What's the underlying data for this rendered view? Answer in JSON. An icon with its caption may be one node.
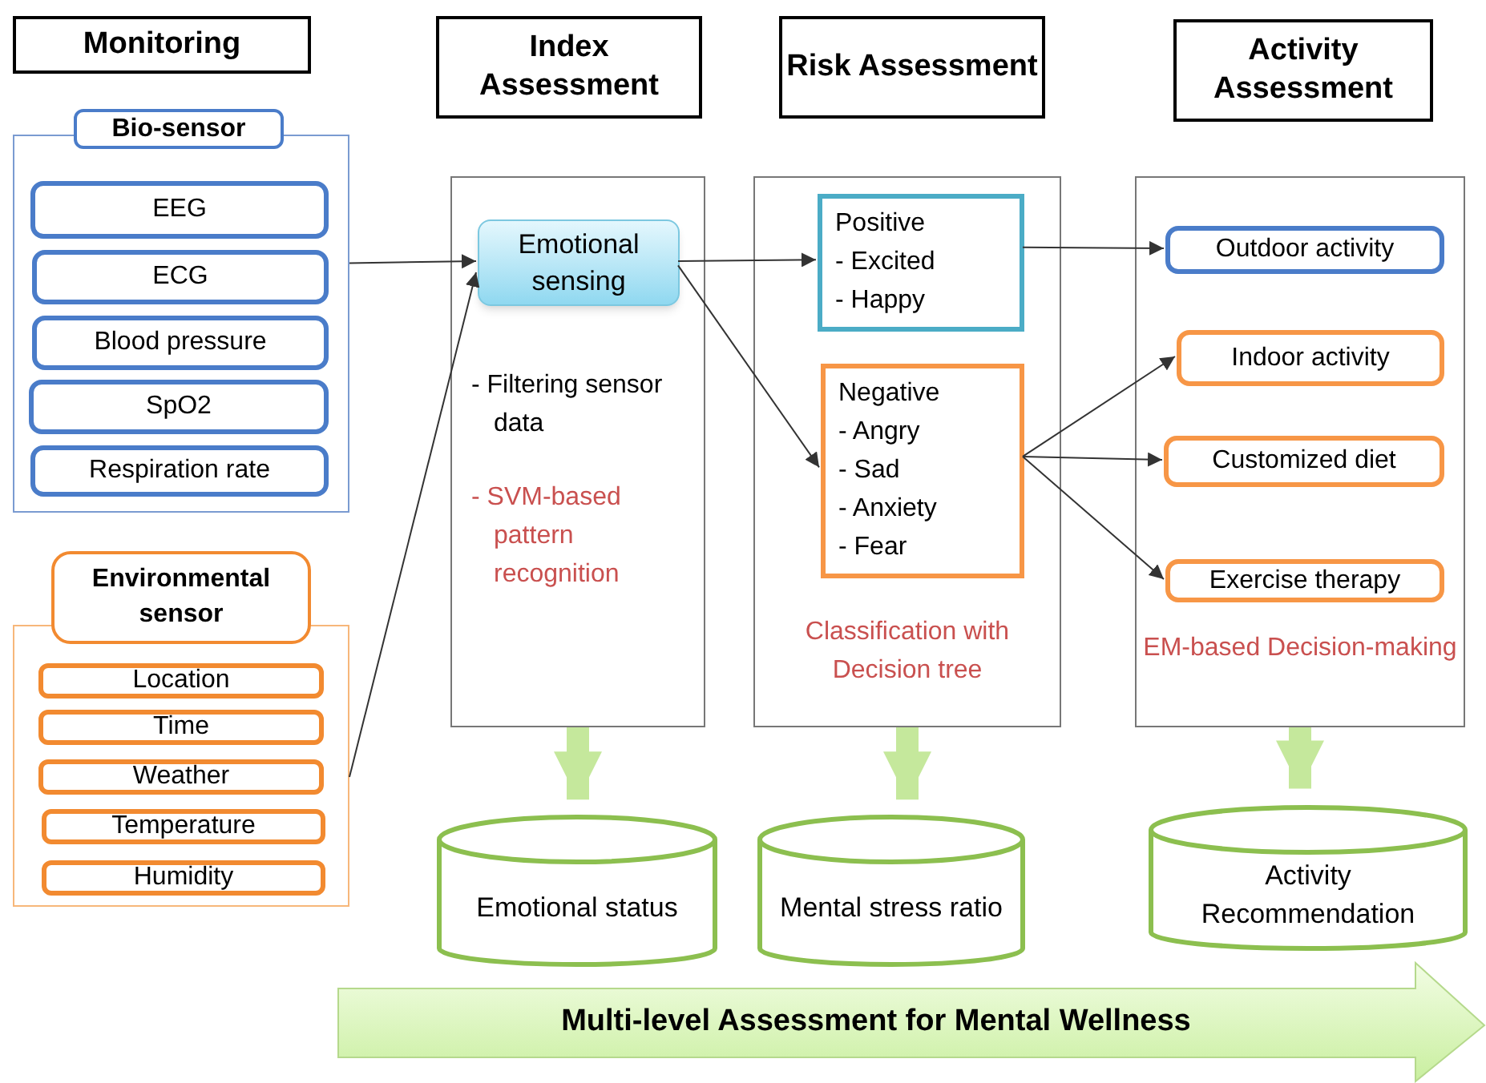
{
  "diagram": {
    "nodes": [
      {
        "text": [
          "Monitoring"
        ]
      },
      {
        "text": [
          "Index Assessment"
        ]
      },
      {
        "text": [
          "Risk Assessment"
        ]
      },
      {
        "text": [
          "Activity Assessment"
        ]
      },
      {
        "text": [
          "Bio-sensor"
        ]
      },
      {
        "text": [
          "EEG"
        ],
        "in": 4
      },
      {
        "text": [
          "ECG"
        ],
        "in": 4
      },
      {
        "text": [
          "Blood pressure"
        ],
        "in": 4
      },
      {
        "text": [
          "SpO2"
        ],
        "in": 4
      },
      {
        "text": [
          "Respiration rate"
        ],
        "in": 4
      },
      {
        "text": [
          "Environmental sensor"
        ]
      },
      {
        "text": [
          "Location"
        ],
        "in": 10
      },
      {
        "text": [
          "Time"
        ],
        "in": 10
      },
      {
        "text": [
          "Weather"
        ],
        "in": 10
      },
      {
        "text": [
          "Temperature"
        ],
        "in": 10
      },
      {
        "text": [
          "Humidity"
        ],
        "in": 10
      },
      {
        "text": [
          "- Filtering sensor data",
          "- SVM-based pattern recognition"
        ]
      },
      {
        "text": [
          "Emotional sensing"
        ],
        "in": 16
      },
      {
        "text": [
          "Classification with Decision tree"
        ]
      },
      {
        "text": [
          "Positive",
          "- Excited",
          "- Happy"
        ],
        "in": 18
      },
      {
        "text": [
          "Negative",
          "- Angry",
          "- Sad",
          "- Anxiety",
          "- Fear"
        ],
        "in": 18
      },
      {
        "text": [
          "EM-based Decision-making"
        ]
      },
      {
        "text": [
          "Outdoor activity"
        ],
        "in": 21
      },
      {
        "text": [
          "Indoor activity"
        ],
        "in": 21
      },
      {
        "text": [
          "Customized diet"
        ],
        "in": 21
      },
      {
        "text": [
          "Exercise therapy"
        ],
        "in": 21
      },
      {
        "text": [
          "Emotional status"
        ]
      },
      {
        "text": [
          "Mental stress ratio"
        ]
      },
      {
        "text": [
          "Activity Recommendation"
        ]
      },
      {
        "text": [
          "Multi-level Assessment for Mental Wellness"
        ]
      }
    ],
    "edges": [
      {
        "from": 4,
        "to": 17,
        "arrow": "to"
      },
      {
        "from": 10,
        "to": 17,
        "arrow": "to"
      },
      {
        "from": 17,
        "to": 19,
        "arrow": "to"
      },
      {
        "from": 17,
        "to": 20,
        "arrow": "to"
      },
      {
        "from": 19,
        "to": 22,
        "arrow": "to"
      },
      {
        "from": 20,
        "to": 23,
        "arrow": "to"
      },
      {
        "from": 20,
        "to": 24,
        "arrow": "to"
      },
      {
        "from": 20,
        "to": 25,
        "arrow": "to"
      },
      {
        "from": 16,
        "to": 26,
        "arrow": "to",
        "style": "thick",
        "color": "#c5e89c"
      },
      {
        "from": 18,
        "to": 27,
        "arrow": "to",
        "style": "thick",
        "color": "#c5e89c"
      },
      {
        "from": 21,
        "to": 28,
        "arrow": "to",
        "style": "thick",
        "color": "#c5e89c"
      }
    ]
  }
}
